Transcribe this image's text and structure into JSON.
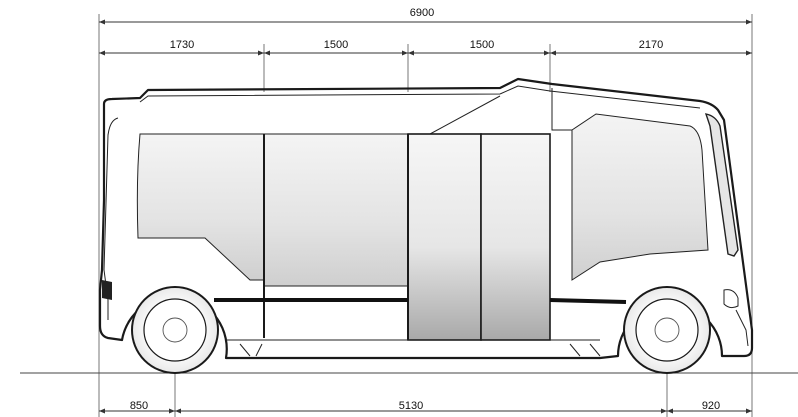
{
  "drawing": {
    "overall_length": "6900",
    "top_segments": [
      "1730",
      "1500",
      "1500",
      "2170"
    ],
    "bottom_segments": [
      "850",
      "5130",
      "920"
    ]
  }
}
